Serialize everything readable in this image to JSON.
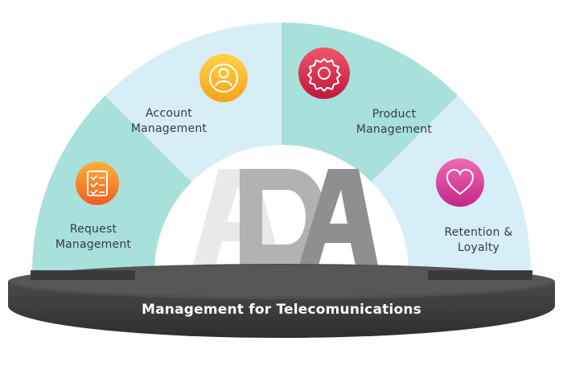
{
  "segments": [
    {
      "line1": "Request",
      "line2": "Management",
      "icon": "checklist-icon",
      "color_top": "#ffb238",
      "color_bottom": "#f35b22"
    },
    {
      "line1": "Account",
      "line2": "Management",
      "icon": "user-icon",
      "color_top": "#ffd24a",
      "color_bottom": "#f7a21b"
    },
    {
      "line1": "Product",
      "line2": "Management",
      "icon": "gear-icon",
      "color_top": "#f0566b",
      "color_bottom": "#c2173b"
    },
    {
      "line1": "Retention &",
      "line2": "Loyalty",
      "icon": "heart-icon",
      "color_top": "#f06bb0",
      "color_bottom": "#c2278a"
    }
  ],
  "logo_text": "ADA",
  "base_caption": "Management for Telecomunications",
  "colors": {
    "teal": "#a8e0dc",
    "light_blue": "#d7eef9",
    "platform": "#3f3f41",
    "platform_rim": "#6a6a6c"
  }
}
